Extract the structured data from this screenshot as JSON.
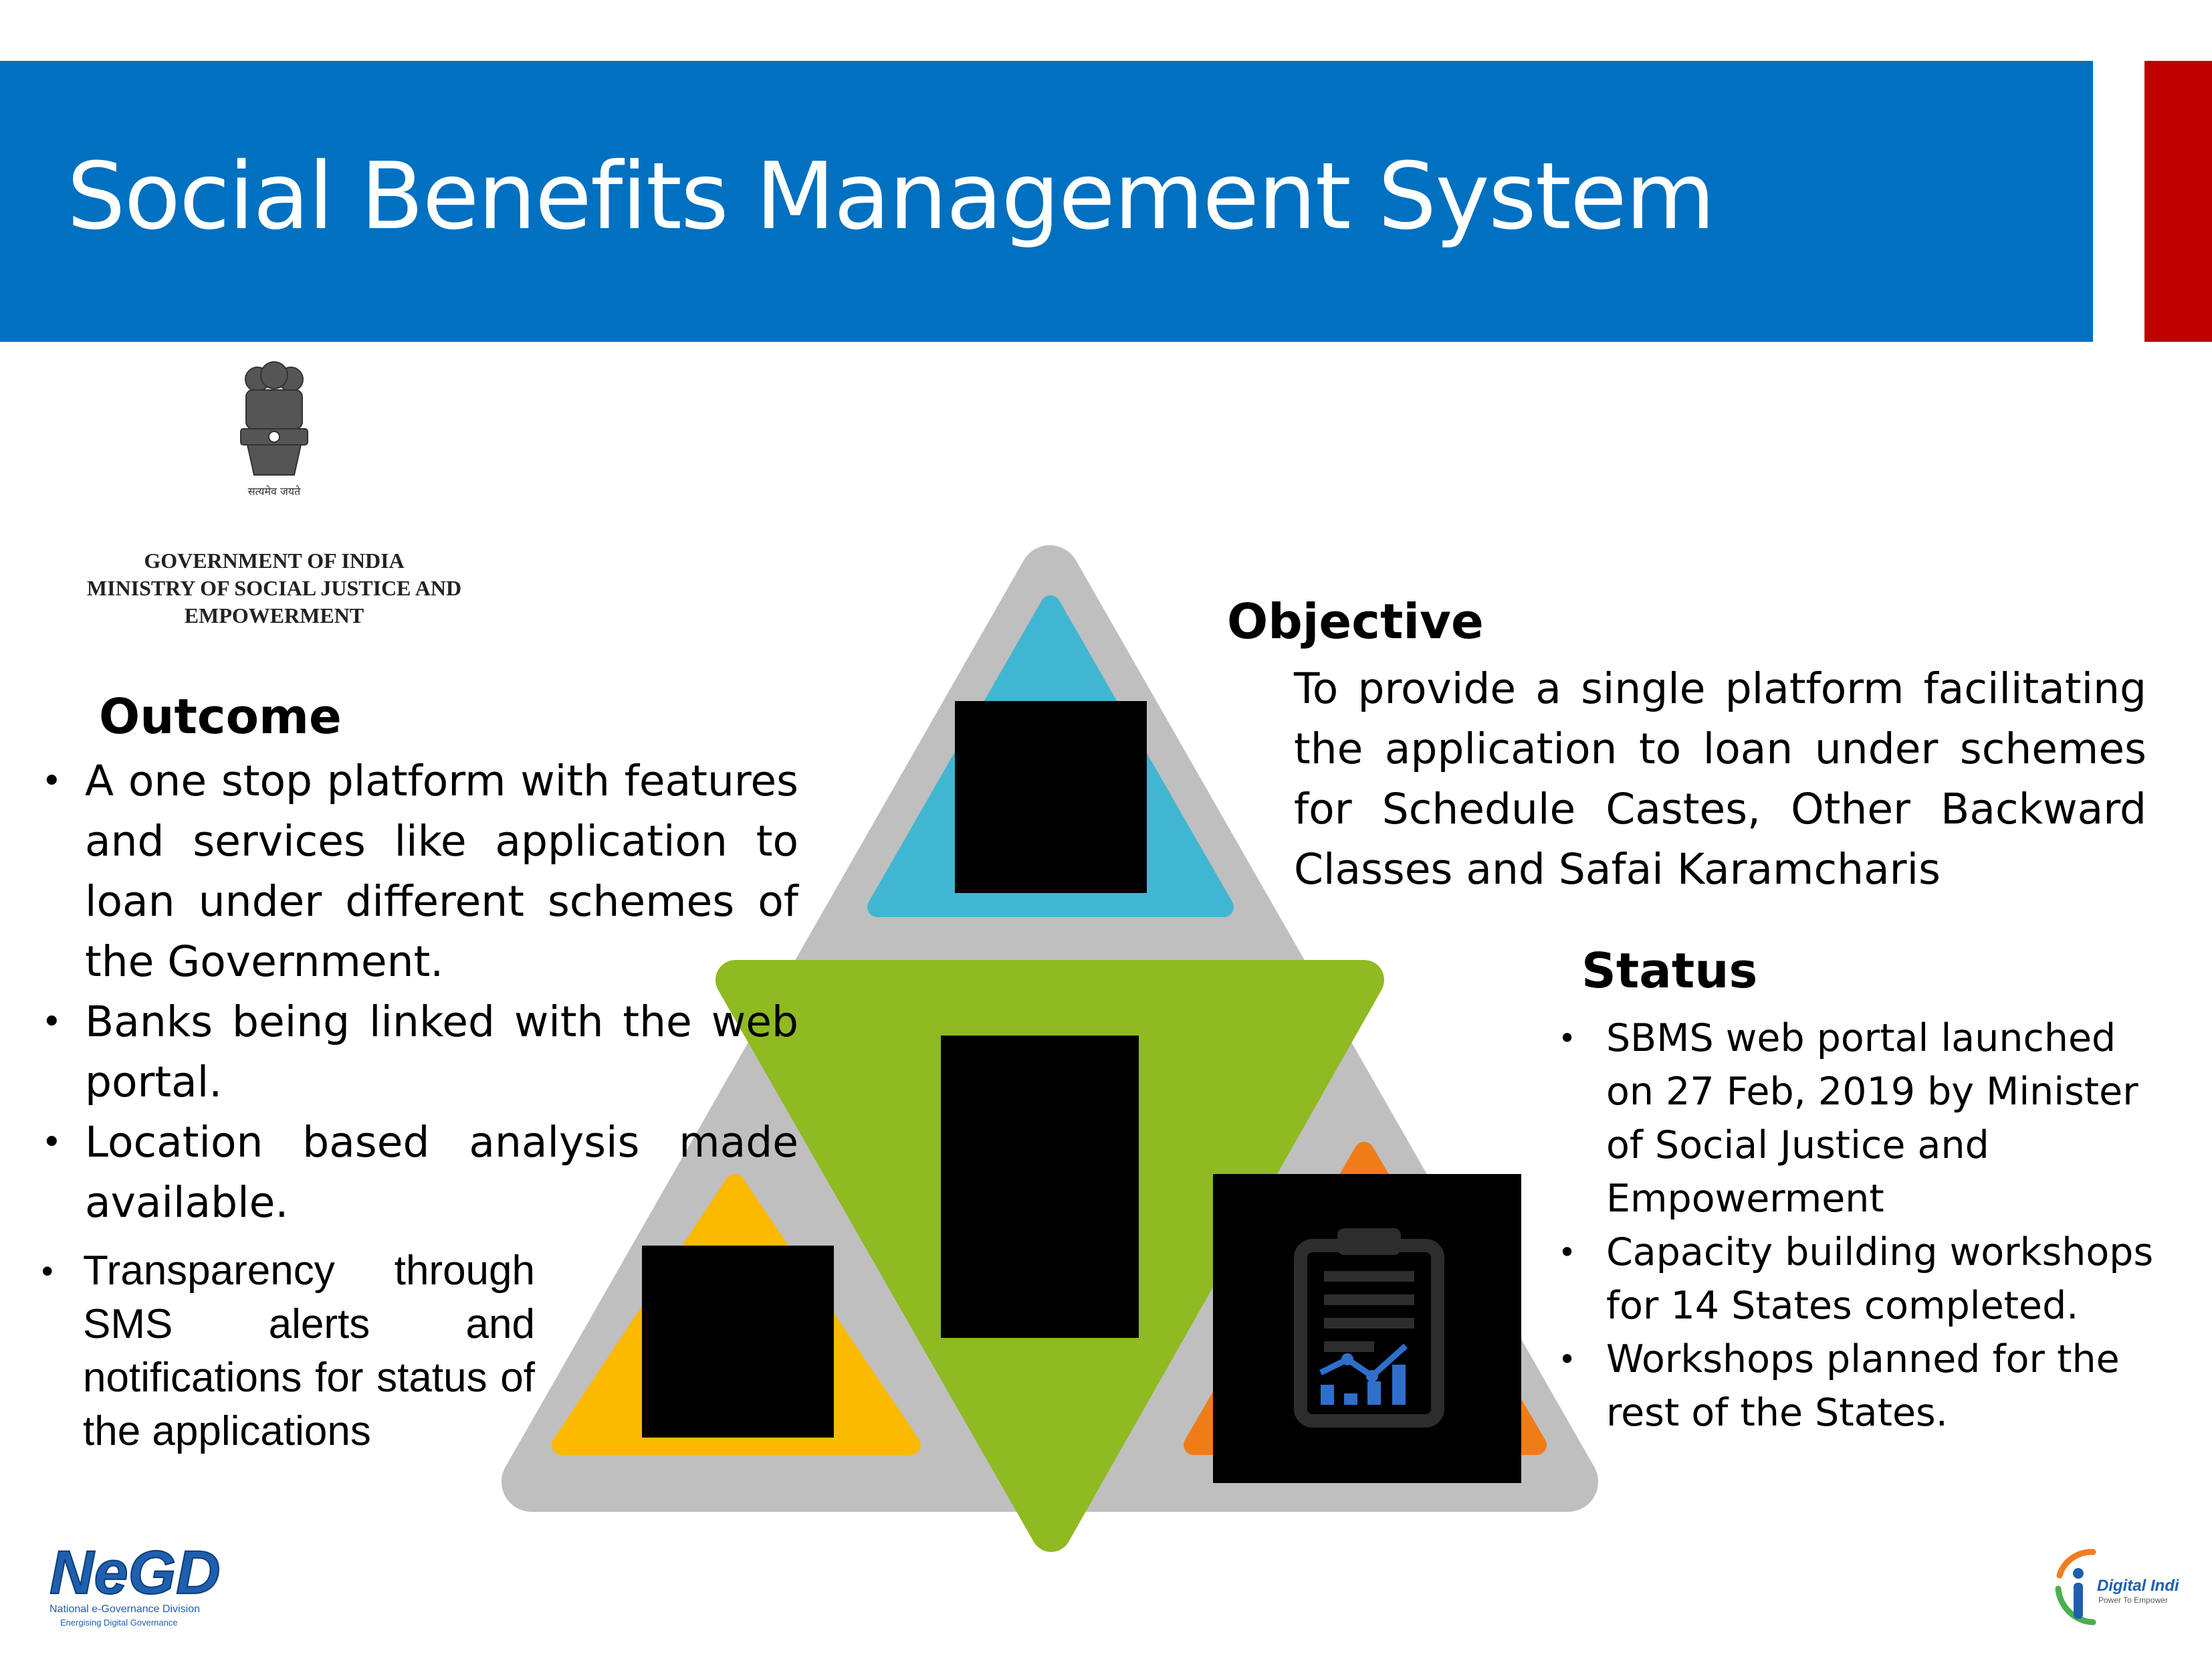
{
  "header": {
    "title": "Social Benefits Management System"
  },
  "ministry": {
    "emblem_motto": "सत्यमेव जयते",
    "lines": [
      "GOVERNMENT OF INDIA",
      "MINISTRY OF SOCIAL JUSTICE AND",
      "EMPOWERMENT"
    ]
  },
  "outcome": {
    "heading": "Outcome",
    "items": [
      "A one stop  platform with features and services like application to loan under different schemes of the Government.",
      "Banks being  linked with the web portal.",
      "Location based analysis made available."
    ],
    "items_extra": [
      "Transparency through SMS alerts and notifications for status of the applications"
    ]
  },
  "objective": {
    "heading": "Objective",
    "text": "To provide a single platform facilitating the application to loan under schemes for Schedule Castes, Other Backward Classes and Safai Karamcharis"
  },
  "status": {
    "heading": "Status",
    "items": [
      "SBMS web portal launched  on 27 Feb, 2019 by Minister of Social Justice and Empowerment",
      "Capacity building workshops for 14 States completed.",
      "Workshops planned for the rest of the States."
    ]
  },
  "graphic": {
    "icons": [
      "placeholder",
      "placeholder",
      "placeholder",
      "clipboard-chart-icon"
    ],
    "colors": {
      "outer": "#BFBFBF",
      "top": "#41B6D2",
      "center": "#8FBA22",
      "left": "#FBB900",
      "right": "#F07C18",
      "icon_chart": "#2F6FCB"
    }
  },
  "footer": {
    "negd_logo": "NeGD",
    "negd_caption": "National e-Governance Division",
    "negd_tagline": "Energising Digital Governance",
    "digital_india": "Digital India",
    "digital_india_tagline": "Power To Empower"
  }
}
